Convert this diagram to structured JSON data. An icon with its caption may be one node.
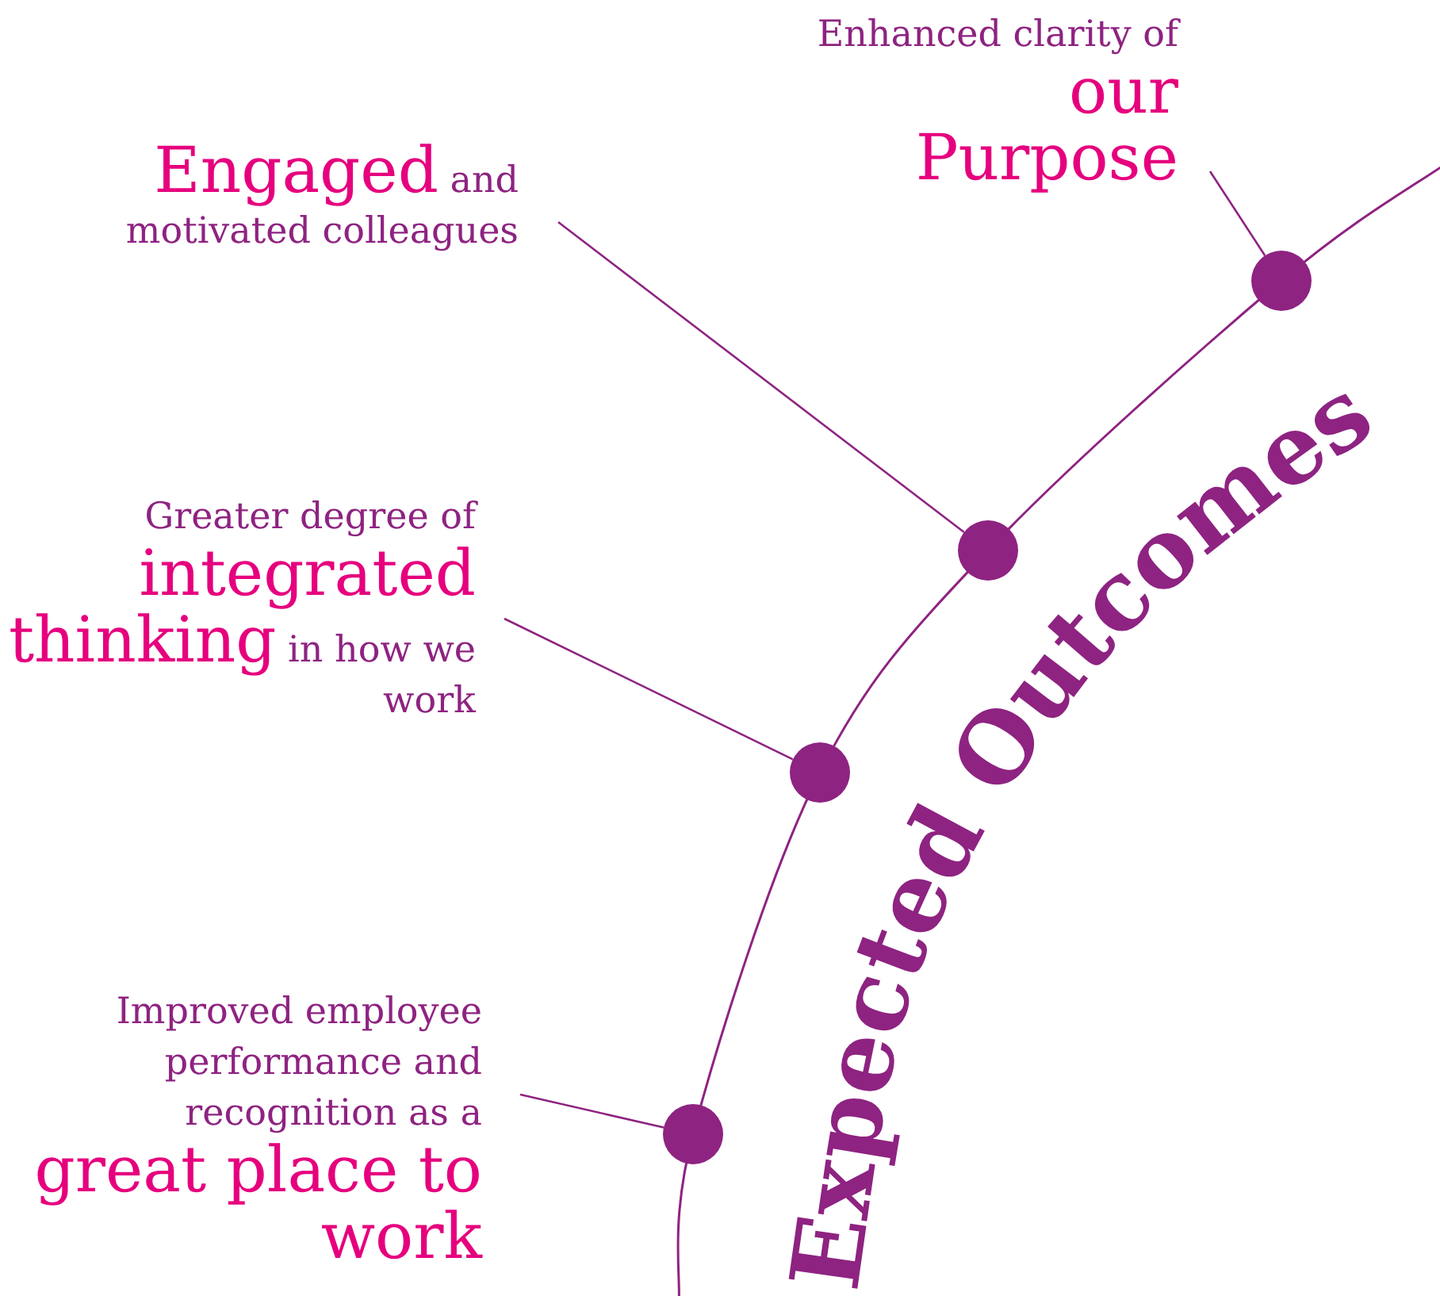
{
  "diagram": {
    "title": "Expected Outcomes",
    "nodes": [
      {
        "text": [
          "Enhanced clarity of **our Purpose**"
        ]
      },
      {
        "text": [
          "**Engaged** and motivated colleagues"
        ]
      },
      {
        "text": [
          "Greater degree of **integrated thinking** in how we work"
        ]
      },
      {
        "text": [
          "Improved employee performance and recognition as a **great place to work**"
        ]
      },
      {
        "text": [],
        "shape": "circle"
      },
      {
        "text": [],
        "shape": "circle"
      },
      {
        "text": [],
        "shape": "circle"
      },
      {
        "text": [],
        "shape": "circle"
      }
    ],
    "edges": [
      {
        "from": 0,
        "to": 4,
        "arrow": "none"
      },
      {
        "from": 1,
        "to": 5,
        "arrow": "none"
      },
      {
        "from": 2,
        "to": 6,
        "arrow": "none"
      },
      {
        "from": 3,
        "to": 7,
        "arrow": "none"
      }
    ]
  }
}
